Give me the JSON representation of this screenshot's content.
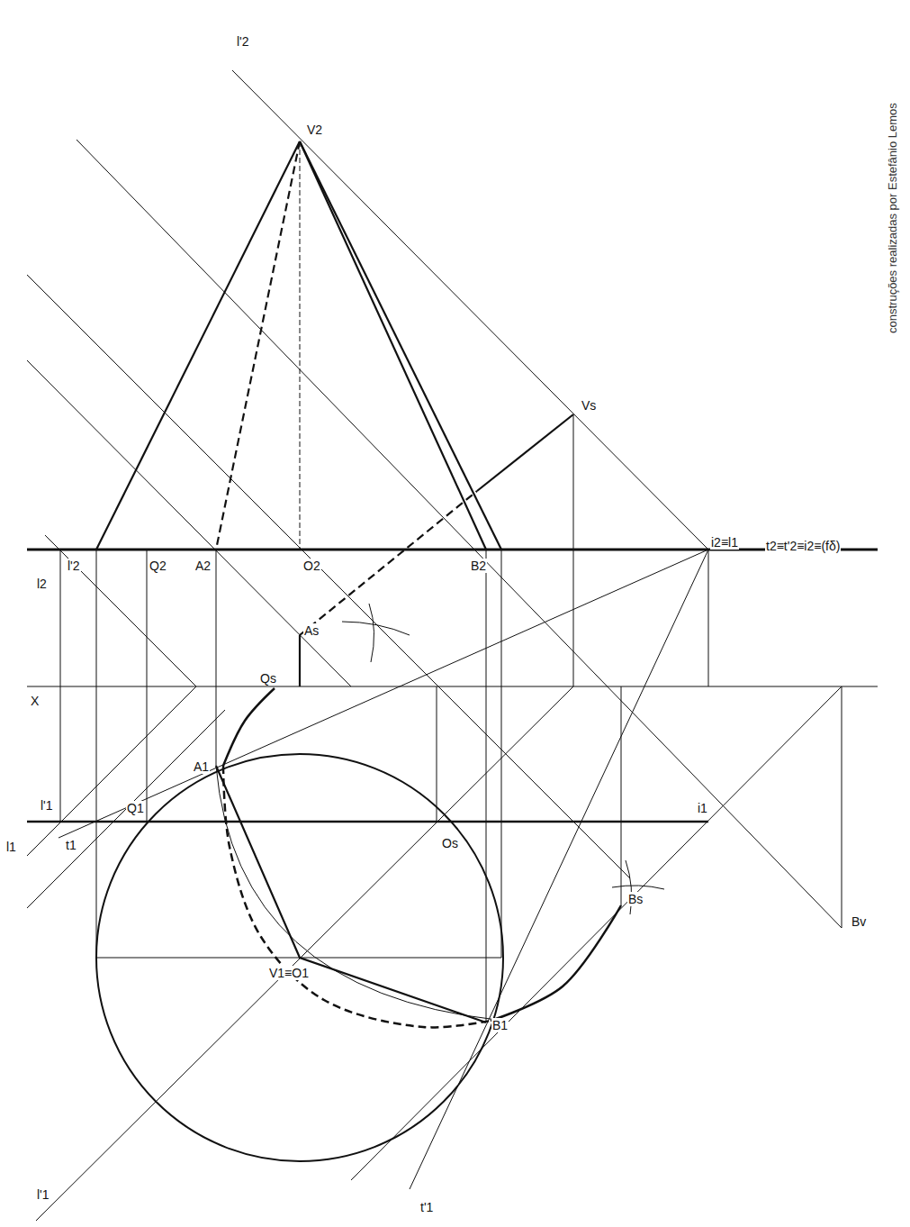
{
  "diagram": {
    "labels": [
      "construções realizadas por Estefânio Lemos",
      "l'2",
      "V2",
      "Vs",
      "l2",
      "l'2",
      "Q2",
      "A2",
      "O2",
      "B2",
      "i2≡l1",
      "t2≡t'2≡i2≡(fδ)",
      "As",
      "Qs",
      "X",
      "A1",
      "l'1",
      "Q1",
      "i1",
      "l1",
      "t1",
      "Os",
      "Bs",
      "Bv",
      "V1≡O1",
      "B1",
      "l'1",
      "t'1"
    ]
  }
}
